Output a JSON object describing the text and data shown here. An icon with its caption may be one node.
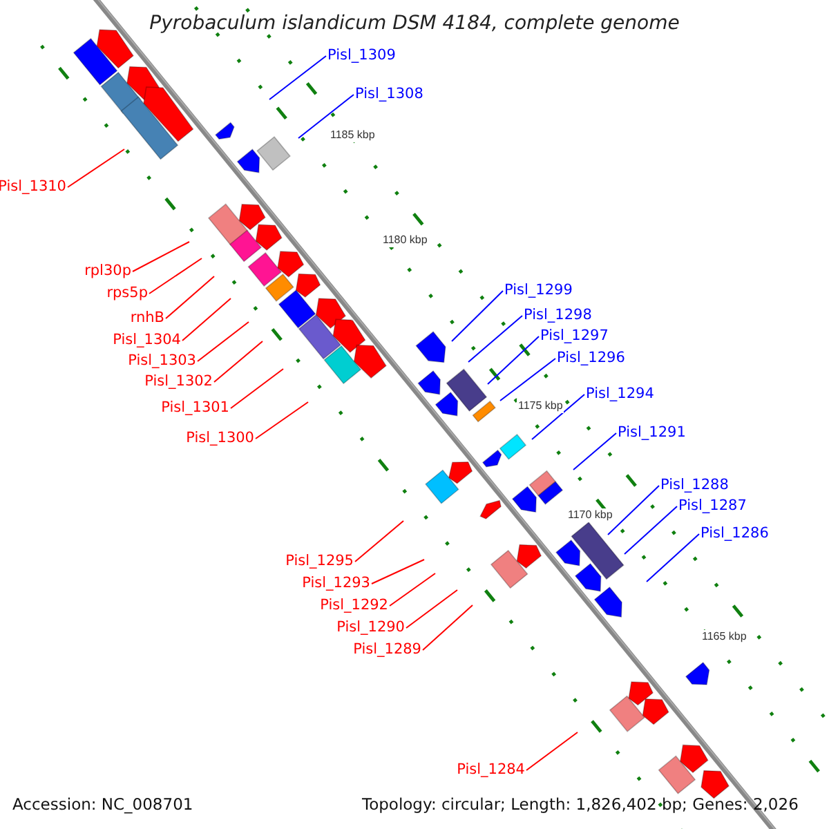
{
  "diagram": {
    "title": "Pyrobaculum islandicum DSM 4184, complete genome",
    "nodes": [
      {
        "text": [
          "Pisl_1309"
        ]
      },
      {
        "text": [
          "Pisl_1308"
        ]
      },
      {
        "text": [
          "Pisl_1310"
        ]
      },
      {
        "text": [
          "rpl30p"
        ]
      },
      {
        "text": [
          "rps5p"
        ]
      },
      {
        "text": [
          "rnhB"
        ]
      },
      {
        "text": [
          "Pisl_1304"
        ]
      },
      {
        "text": [
          "Pisl_1303"
        ]
      },
      {
        "text": [
          "Pisl_1302"
        ]
      },
      {
        "text": [
          "Pisl_1301"
        ]
      },
      {
        "text": [
          "Pisl_1300"
        ]
      },
      {
        "text": [
          "Pisl_1299"
        ]
      },
      {
        "text": [
          "Pisl_1298"
        ]
      },
      {
        "text": [
          "Pisl_1297"
        ]
      },
      {
        "text": [
          "Pisl_1296"
        ]
      },
      {
        "text": [
          "Pisl_1294"
        ]
      },
      {
        "text": [
          "Pisl_1291"
        ]
      },
      {
        "text": [
          "Pisl_1288"
        ]
      },
      {
        "text": [
          "Pisl_1287"
        ]
      },
      {
        "text": [
          "Pisl_1286"
        ]
      },
      {
        "text": [
          "Pisl_1295"
        ]
      },
      {
        "text": [
          "Pisl_1293"
        ]
      },
      {
        "text": [
          "Pisl_1292"
        ]
      },
      {
        "text": [
          "Pisl_1290"
        ]
      },
      {
        "text": [
          "Pisl_1289"
        ]
      },
      {
        "text": [
          "Pisl_1284"
        ]
      }
    ],
    "edges": [
      {
        "from": 0,
        "to": null,
        "arrow": "none",
        "color": "#0000ff"
      },
      {
        "from": 1,
        "to": null,
        "arrow": "none",
        "color": "#0000ff"
      },
      {
        "from": 2,
        "to": null,
        "arrow": "none"
      },
      {
        "from": 3,
        "to": null,
        "arrow": "none"
      },
      {
        "from": 4,
        "to": null,
        "arrow": "none"
      },
      {
        "from": 5,
        "to": null,
        "arrow": "none"
      },
      {
        "from": 6,
        "to": null,
        "arrow": "none"
      },
      {
        "from": 7,
        "to": null,
        "arrow": "none"
      },
      {
        "from": 8,
        "to": null,
        "arrow": "none"
      },
      {
        "from": 9,
        "to": null,
        "arrow": "none"
      },
      {
        "from": 10,
        "to": null,
        "arrow": "none"
      },
      {
        "from": 11,
        "to": null,
        "arrow": "none",
        "color": "#0000ff"
      },
      {
        "from": 12,
        "to": null,
        "arrow": "none",
        "color": "#0000ff"
      },
      {
        "from": 13,
        "to": null,
        "arrow": "none",
        "color": "#0000ff"
      },
      {
        "from": 14,
        "to": null,
        "arrow": "none",
        "color": "#0000ff"
      },
      {
        "from": 15,
        "to": null,
        "arrow": "none",
        "color": "#0000ff"
      },
      {
        "from": 16,
        "to": null,
        "arrow": "none",
        "color": "#0000ff"
      },
      {
        "from": 17,
        "to": null,
        "arrow": "none",
        "color": "#0000ff"
      },
      {
        "from": 18,
        "to": null,
        "arrow": "none",
        "color": "#0000ff"
      },
      {
        "from": 19,
        "to": null,
        "arrow": "none",
        "color": "#0000ff"
      },
      {
        "from": 20,
        "to": null,
        "arrow": "none"
      },
      {
        "from": 21,
        "to": null,
        "arrow": "none"
      },
      {
        "from": 22,
        "to": null,
        "arrow": "none"
      },
      {
        "from": 23,
        "to": null,
        "arrow": "none"
      },
      {
        "from": 24,
        "to": null,
        "arrow": "none"
      },
      {
        "from": 25,
        "to": null,
        "arrow": "none"
      }
    ],
    "labels": [
      "1185 kbp",
      "1180 kbp",
      "1175 kbp",
      "1170 kbp",
      "1165 kbp",
      "Accession: NC_008701",
      "Topology: circular; Length: 1,826,402 bp; Genes: 2,026"
    ]
  }
}
